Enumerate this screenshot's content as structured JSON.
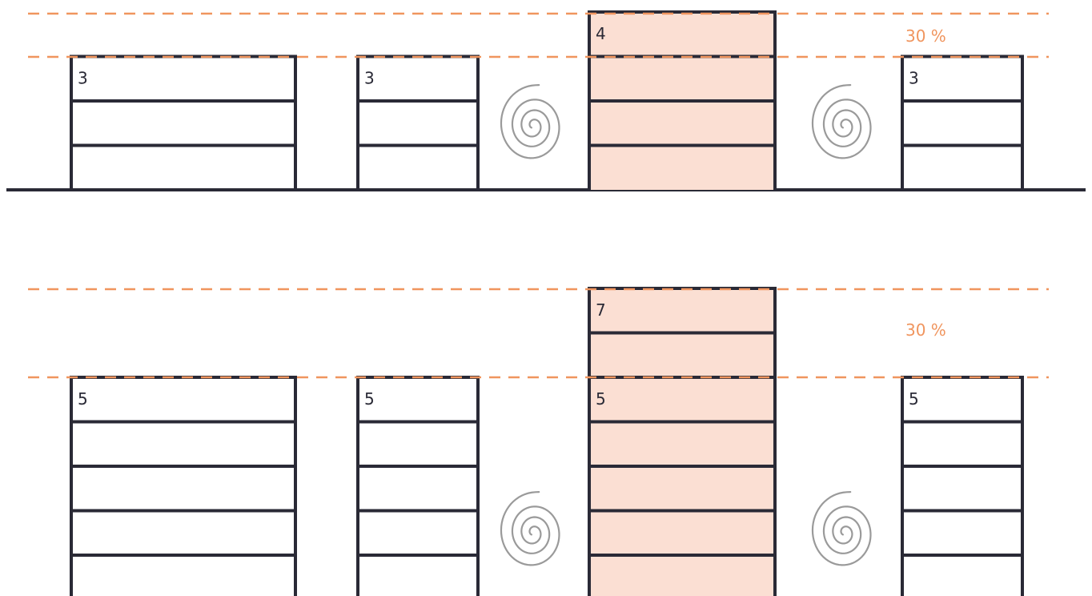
{
  "colors": {
    "stroke": "#2a2a36",
    "highlight_fill": "#fbdfd3",
    "dashed_line": "#f0955e",
    "spiral": "#9a9a9a",
    "percent_text": "#f0955e"
  },
  "icons": [
    "spiral-icon"
  ],
  "diagrams": [
    {
      "id": "top",
      "percent_label": "30 %",
      "buildings": [
        {
          "floors": 3,
          "label": "3",
          "highlighted": false
        },
        {
          "floors": 3,
          "label": "3",
          "highlighted": false
        },
        {
          "floors": 4,
          "label": "4",
          "highlighted": true
        },
        {
          "floors": 3,
          "label": "3",
          "highlighted": false
        }
      ]
    },
    {
      "id": "bottom",
      "percent_label": "30 %",
      "buildings": [
        {
          "floors": 5,
          "label": "5",
          "highlighted": false
        },
        {
          "floors": 5,
          "label": "5",
          "highlighted": false
        },
        {
          "floors": 7,
          "label": "7",
          "highlighted": true,
          "secondary_label": "5"
        },
        {
          "floors": 5,
          "label": "5",
          "highlighted": false
        }
      ]
    }
  ]
}
